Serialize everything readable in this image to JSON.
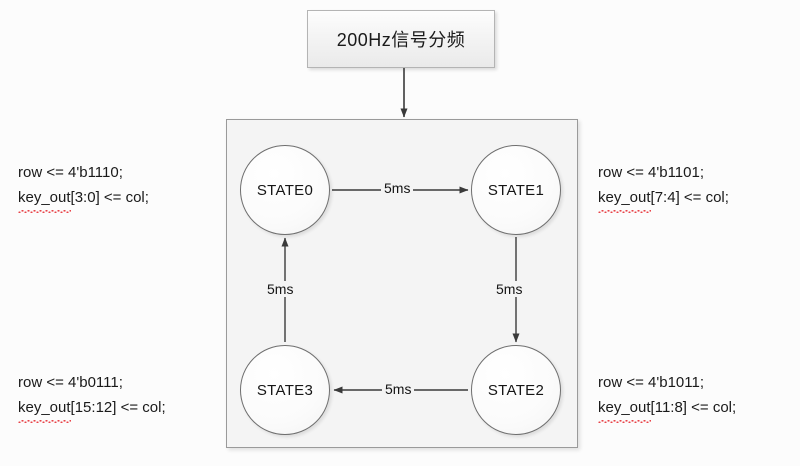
{
  "diagram": {
    "title_box": {
      "label": "200Hz信号分频"
    },
    "states": [
      {
        "id": "STATE0",
        "label": "STATE0"
      },
      {
        "id": "STATE1",
        "label": "STATE1"
      },
      {
        "id": "STATE2",
        "label": "STATE2"
      },
      {
        "id": "STATE3",
        "label": "STATE3"
      }
    ],
    "transitions": [
      {
        "from": "STATE0",
        "to": "STATE1",
        "label": "5ms",
        "direction": "right"
      },
      {
        "from": "STATE1",
        "to": "STATE2",
        "label": "5ms",
        "direction": "down"
      },
      {
        "from": "STATE2",
        "to": "STATE3",
        "label": "5ms",
        "direction": "left"
      },
      {
        "from": "STATE3",
        "to": "STATE0",
        "label": "5ms",
        "direction": "up"
      }
    ],
    "annotations": {
      "state0": {
        "row": "row <= 4'b1110;",
        "key_token": "key_out",
        "key_rest": "[3:0] <= col;"
      },
      "state1": {
        "row": "row <= 4'b1101;",
        "key_token": "key_out",
        "key_rest": "[7:4] <= col;"
      },
      "state3": {
        "row": "row <= 4'b0111;",
        "key_token": "key_out",
        "key_rest": "[15:12] <= col;"
      },
      "state2": {
        "row": "row <= 4'b1011;",
        "key_token": "key_out",
        "key_rest": "[11:8] <= col;"
      }
    },
    "colors": {
      "page_background": "#fcfcfc",
      "container_fill": "#f4f4f4",
      "container_border": "#9a9a9a",
      "state_border": "#6e6e6e",
      "arrow": "#3a3a3a",
      "text": "#1a1a1a",
      "spellcheck_underline": "#e8454a"
    }
  }
}
